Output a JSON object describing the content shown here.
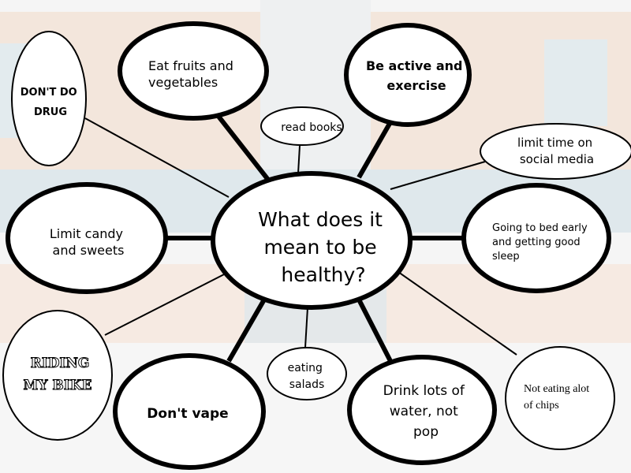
{
  "center": {
    "lines": [
      "What does it",
      "mean to be",
      "healthy?"
    ]
  },
  "nodes": {
    "dont_do_drug": [
      "DON'T DO",
      "DRUG"
    ],
    "eat_fruits": [
      "Eat fruits and",
      "vegetables"
    ],
    "read_books": [
      "read books"
    ],
    "be_active": [
      "Be active and",
      "exercise"
    ],
    "limit_social": [
      "limit time on",
      "social media"
    ],
    "bed_early": [
      "Going to bed early",
      "and getting good",
      "sleep"
    ],
    "not_chips": [
      "Not eating alot",
      "of chips"
    ],
    "drink_water": [
      "Drink lots of",
      "water, not",
      "pop"
    ],
    "eating_salads": [
      "eating",
      "salads"
    ],
    "dont_vape": [
      "Don't vape"
    ],
    "riding_bike": [
      "RIDING",
      "MY BIKE"
    ],
    "limit_candy": [
      "Limit candy",
      "and sweets"
    ]
  },
  "colors": {
    "stroke": "#000000",
    "cabinet": "#f3e4da",
    "tile": "#dde6ea",
    "fill": "#ffffff"
  }
}
